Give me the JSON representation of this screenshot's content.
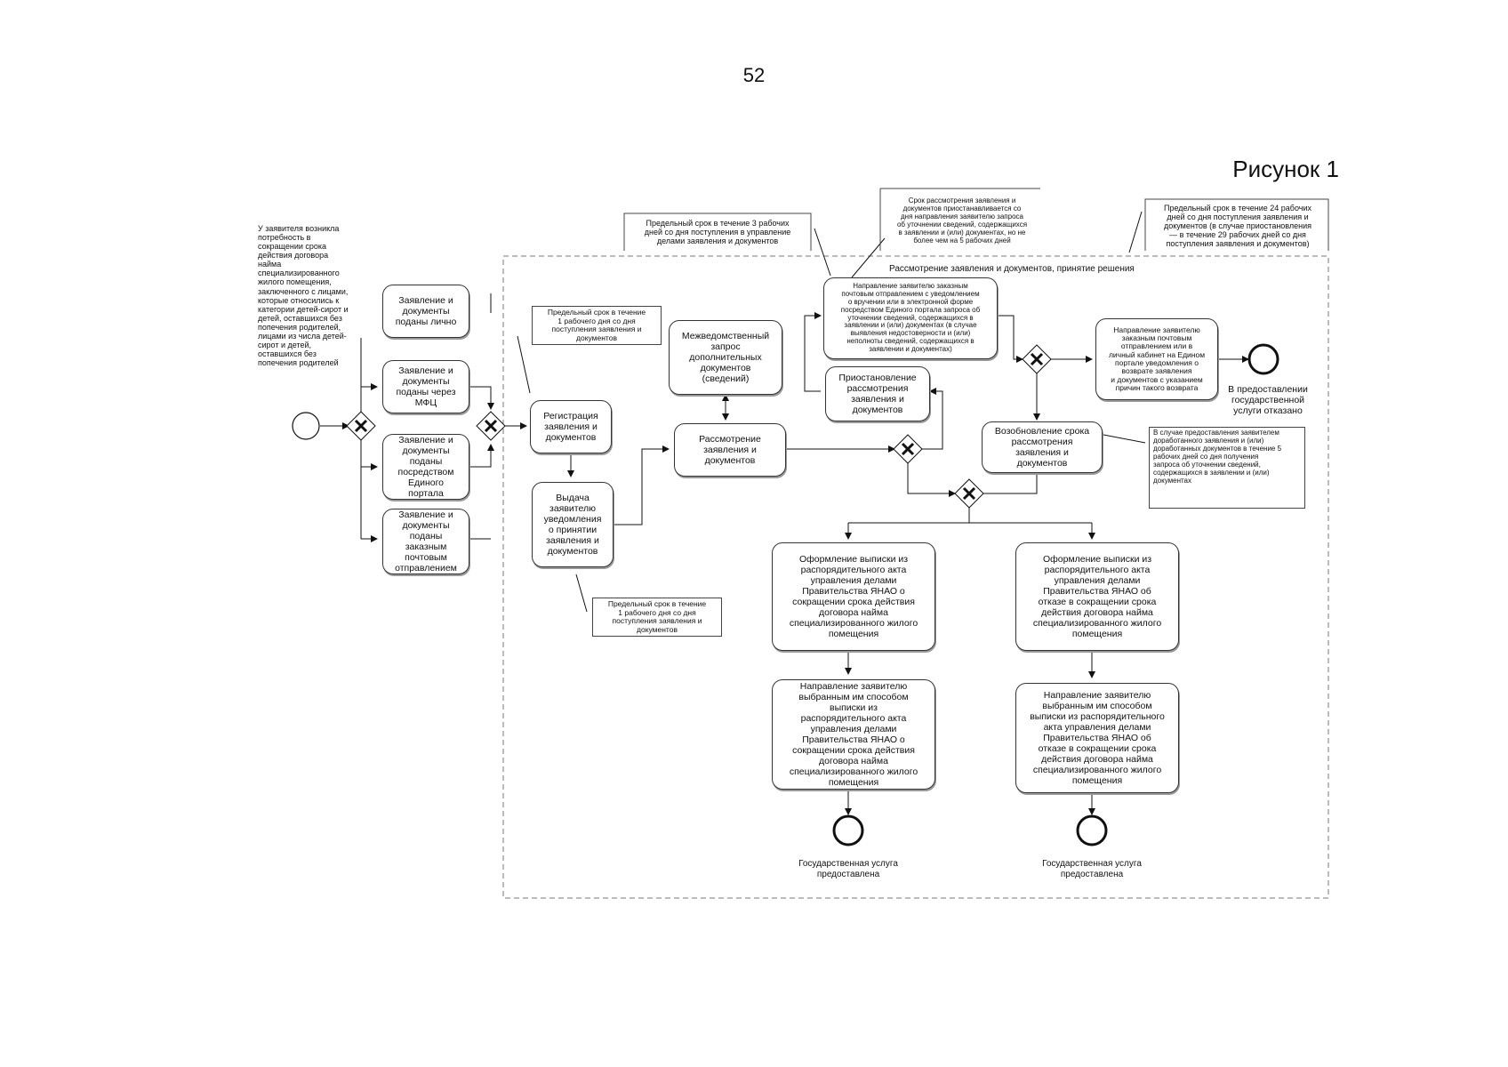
{
  "page_number": "52",
  "figure_label": "Рисунок 1",
  "pool_title": "Рассмотрение заявления и документов, принятие решения",
  "intro_text": "У заявителя возникла\nпотребность в\nсокращении срока\nдействия договора\nнайма\nспециализированного\nжилого помещения,\nзаключенного с лицами,\nкоторые относились к\nкатегории детей-сирот и\nдетей, оставшихся без\nпопечения родителей,\nлицами из числа детей-\nсирот и детей,\nоставшихся без\nпопечения родителей",
  "tasks": {
    "submit_personal": "Заявление и\nдокументы\nподаны лично",
    "submit_mfc": "Заявление и\nдокументы\nподаны через\nМФЦ",
    "submit_portal": "Заявление и\nдокументы\nподаны\nпосредством\nЕдиного\nпортала",
    "submit_mail": "Заявление и\nдокументы\nподаны\nзаказным\nпочтовым\nотправлением",
    "registration": "Регистрация\nзаявления и\nдокументов",
    "issue_notice": "Выдача\nзаявителю\nуведомления\nо принятии\nзаявления и\nдокументов",
    "interagency": "Межведомственный\nзапрос\nдополнительных\nдокументов\n(сведений)",
    "review": "Рассмотрение\nзаявления и\nдокументов",
    "send_clarification": "Направление заявителю заказным\nпочтовым отправлением с уведомлением\nо вручении или в электронной форме\nпосредством Единого портала запроса об\nуточнении сведений, содержащихся в\nзаявлении и (или) документах (в случае\nвыявления недостоверности и (или)\nнеполноты сведений, содержащихся в\nзаявлении и документах)",
    "suspend": "Приостановление\nрассмотрения\nзаявления и\nдокументов",
    "resume": "Возобновление срока\nрассмотрения\nзаявления и\nдокументов",
    "return_docs": "Направление заявителю\nзаказным почтовым\nотправлением или в\nличный кабинет на Едином\nпортале уведомления о\nвозврате заявления\nи документов с указанием\nпричин такого возврата",
    "extract_approve": "Оформление выписки из\nраспорядительного акта\nуправления делами\nПравительства ЯНАО о\nсокращении срока действия\nдоговора найма\nспециализированного жилого\nпомещения",
    "extract_refuse": "Оформление выписки из\nраспорядительного акта\nуправления делами\nПравительства ЯНАО об\nотказе в сокращении срока\nдействия договора найма\nспециализированного жилого\nпомещения",
    "send_approve": "Направление заявителю\nвыбранным им способом\nвыписки из\nраспорядительного акта\nуправления делами\nПравительства ЯНАО о\nсокращении срока действия\nдоговора найма\nспециализированного жилого\nпомещения",
    "send_refuse": "Направление заявителю\nвыбранным им способом\nвыписки из распорядительного\nакта управления делами\nПравительства ЯНАО об\nотказе в сокращении срока\nдействия договора найма\nспециализированного жилого\nпомещения"
  },
  "notes": {
    "n_3days": "Предельный срок в течение 3 рабочих\nдней со дня поступления в управление\nделами заявления и документов",
    "n_suspend": "Срок рассмотрения заявления и\nдокументов приостанавливается со\nдня направления заявителю запроса\nоб уточнении сведений, содержащихся\nв заявлении и (или) документах, но не\nболее чем на 5 рабочих дней",
    "n_24days": "Предельный срок в течение 24 рабочих\nдней со дня поступления заявления и\nдокументов (в случае приостановления\n— в течение 29 рабочих дней со дня\nпоступления заявления и документов)",
    "n_1day_reg": "Предельный срок в течение\n1 рабочего дня со дня\nпоступления заявления и\nдокументов",
    "n_1day_notice": "Предельный срок в течение\n1 рабочего дня со дня\nпоступления заявления и\nдокументов",
    "n_resume": "В случае предоставления заявителем\nдоработанного заявления и (или)\nдоработанных документов в течение 5\nрабочих дней со дня получения\nзапроса об уточнении сведений,\nсодержащихся в заявлении и (или)\nдокументах"
  },
  "end_labels": {
    "refused": "В предоставлении\nгосударственной\nуслуги отказано",
    "provided_1": "Государственная услуга\nпредоставлена",
    "provided_2": "Государственная услуга\nпредоставлена"
  }
}
